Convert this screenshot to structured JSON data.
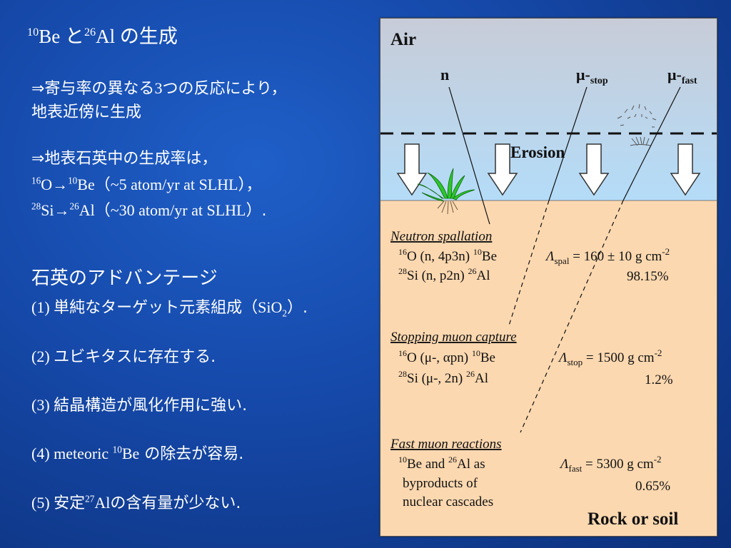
{
  "slide": {
    "title": {
      "sup1": "10",
      "t1": "Be ",
      "t2": "と",
      "sup2": "26",
      "t3": "Al ",
      "t4": "の生成"
    },
    "p1": {
      "line1": {
        "t1": "⇒寄与率の異なる",
        "t2": "3",
        "t3": "つの反応により，"
      },
      "line2": "地表近傍に生成"
    },
    "p2": {
      "line1": "⇒地表石英中の生成率は，",
      "line2": {
        "sup1": "16",
        "t1": "O→",
        "sup2": "10",
        "t2": "Be",
        "t3": "（",
        "t4": "~5 atom/yr at SLHL",
        "t5": "），"
      },
      "line3": {
        "sup1": "28",
        "t1": "Si→",
        "sup2": "26",
        "t2": "Al",
        "t3": "（",
        "t4": "~30 atom/yr at SLHL",
        "t5": "）."
      }
    },
    "advantages": {
      "heading": "石英のアドバンテージ",
      "items": [
        {
          "num": "(1) ",
          "t1": "単純なターゲット元素組成（",
          "t2": "SiO",
          "sub": "2",
          "t3": "）."
        },
        {
          "num": "(2) ",
          "t1": "ユビキタスに存在する."
        },
        {
          "num": "(3) ",
          "t1": "結晶構造が風化作用に強い."
        },
        {
          "num": "(4) ",
          "t1": "meteoric ",
          "sup": "10",
          "t2": "Be",
          "t3": " の除去が容易."
        },
        {
          "num": "(5) ",
          "t1": "安定",
          "sup": "27",
          "t2": "Al",
          "t3": "の含有量が少ない."
        }
      ]
    }
  },
  "figure": {
    "colors": {
      "air_top": "#c8ccd8",
      "air_bottom": "#b4dcf8",
      "soil": "#fcd8b0",
      "grass": "#2ec62e"
    },
    "air_label": "Air",
    "particles": {
      "n": "n",
      "mu_stop": "μ-",
      "mu_stop_sub": "stop",
      "mu_fast": "μ-",
      "mu_fast_sub": "fast"
    },
    "erosion_label": "Erosion",
    "neutron": {
      "title": "Neutron spallation",
      "r1": {
        "sup1": "16",
        "t1": "O (n, 4p3n) ",
        "sup2": "10",
        "t2": "Be"
      },
      "r2": {
        "sup1": "28",
        "t1": "Si (n, p2n) ",
        "sup2": "26",
        "t2": "Al"
      },
      "lambda": {
        "sym": "Λ",
        "sub": "spal",
        "t1": " = 160 ± 10 g cm",
        "sup": "-2"
      },
      "pct": "98.15%"
    },
    "stopping": {
      "title": "Stopping muon capture",
      "r1": {
        "sup1": "16",
        "t1": "O (μ-, αpn) ",
        "sup2": "10",
        "t2": "Be"
      },
      "r2": {
        "sup1": "28",
        "t1": "Si (μ-, 2n) ",
        "sup2": "26",
        "t2": "Al"
      },
      "lambda": {
        "sym": "Λ",
        "sub": "stop",
        "t1": " = 1500 g cm",
        "sup": "-2"
      },
      "pct": "1.2%"
    },
    "fast": {
      "title": "Fast muon reactions",
      "r1": {
        "sup1": "10",
        "t1": "Be and ",
        "sup2": "26",
        "t2": "Al as"
      },
      "r2": "byproducts of",
      "r3": "nuclear cascades",
      "lambda": {
        "sym": "Λ",
        "sub": "fast",
        "t1": " = 5300 g cm",
        "sup": "-2"
      },
      "pct": "0.65%"
    },
    "rock_label": "Rock or soil"
  }
}
